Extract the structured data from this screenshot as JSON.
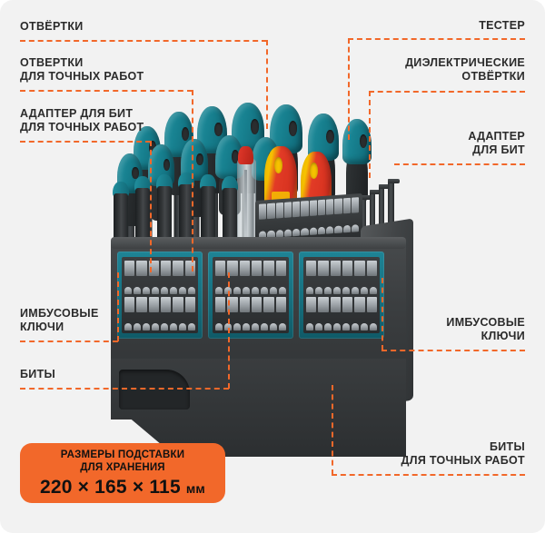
{
  "background_color": "#f2f2f2",
  "accent_color": "#f2682a",
  "text_color": "#2b2b2b",
  "callouts": {
    "top_left": "ОТВЁРТКИ",
    "left_2": "ОТВЕРТКИ\nДЛЯ ТОЧНЫХ РАБОТ",
    "left_3": "АДАПТЕР ДЛЯ БИТ\nДЛЯ ТОЧНЫХ РАБОТ",
    "left_4": "ИМБУСОВЫЕ\nКЛЮЧИ",
    "left_5": "БИТЫ",
    "right_1": "ТЕСТЕР",
    "right_2": "ДИЭЛЕКТРИЧЕСКИЕ\nОТВЁРТКИ",
    "right_3": "АДАПТЕР\nДЛЯ БИТ",
    "right_4": "ИМБУСОВЫЕ\nКЛЮЧИ",
    "right_5": "БИТЫ\nДЛЯ ТОЧНЫХ РАБОТ"
  },
  "badge": {
    "title": "РАЗМЕРЫ ПОДСТАВКИ\nДЛЯ ХРАНЕНИЯ",
    "dimensions": "220 × 165 × 115",
    "unit": "мм",
    "background": "#f2682a"
  },
  "product": {
    "name": "screwdriver-and-bit-set-on-storage-stand",
    "stand_color": "#35383a",
    "tray_color": "#16707f",
    "handle_color": "#17808f",
    "dielectric_red": "#e23b26",
    "dielectric_yellow": "#f6c200"
  }
}
